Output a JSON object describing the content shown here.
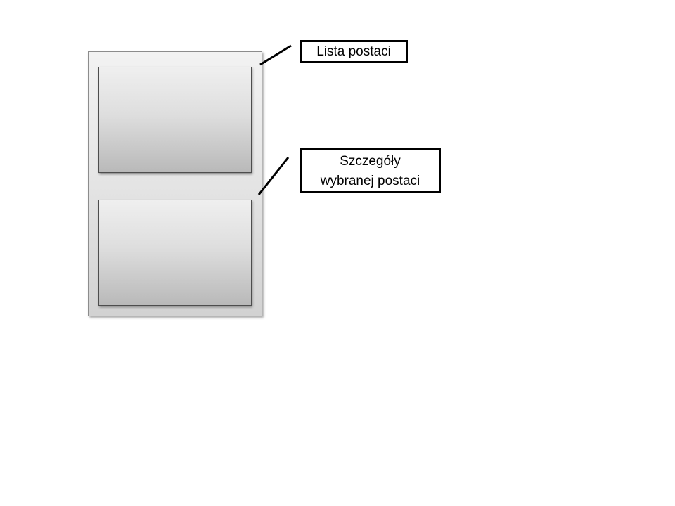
{
  "callouts": {
    "list": {
      "label": "Lista postaci"
    },
    "details": {
      "line1": "Szczegóły",
      "line2": "wybranej postaci"
    }
  },
  "colors": {
    "callout_border": "#000000",
    "device_border": "#8c8c8c",
    "pane_border": "#4d4d4d",
    "background": "#ffffff"
  }
}
